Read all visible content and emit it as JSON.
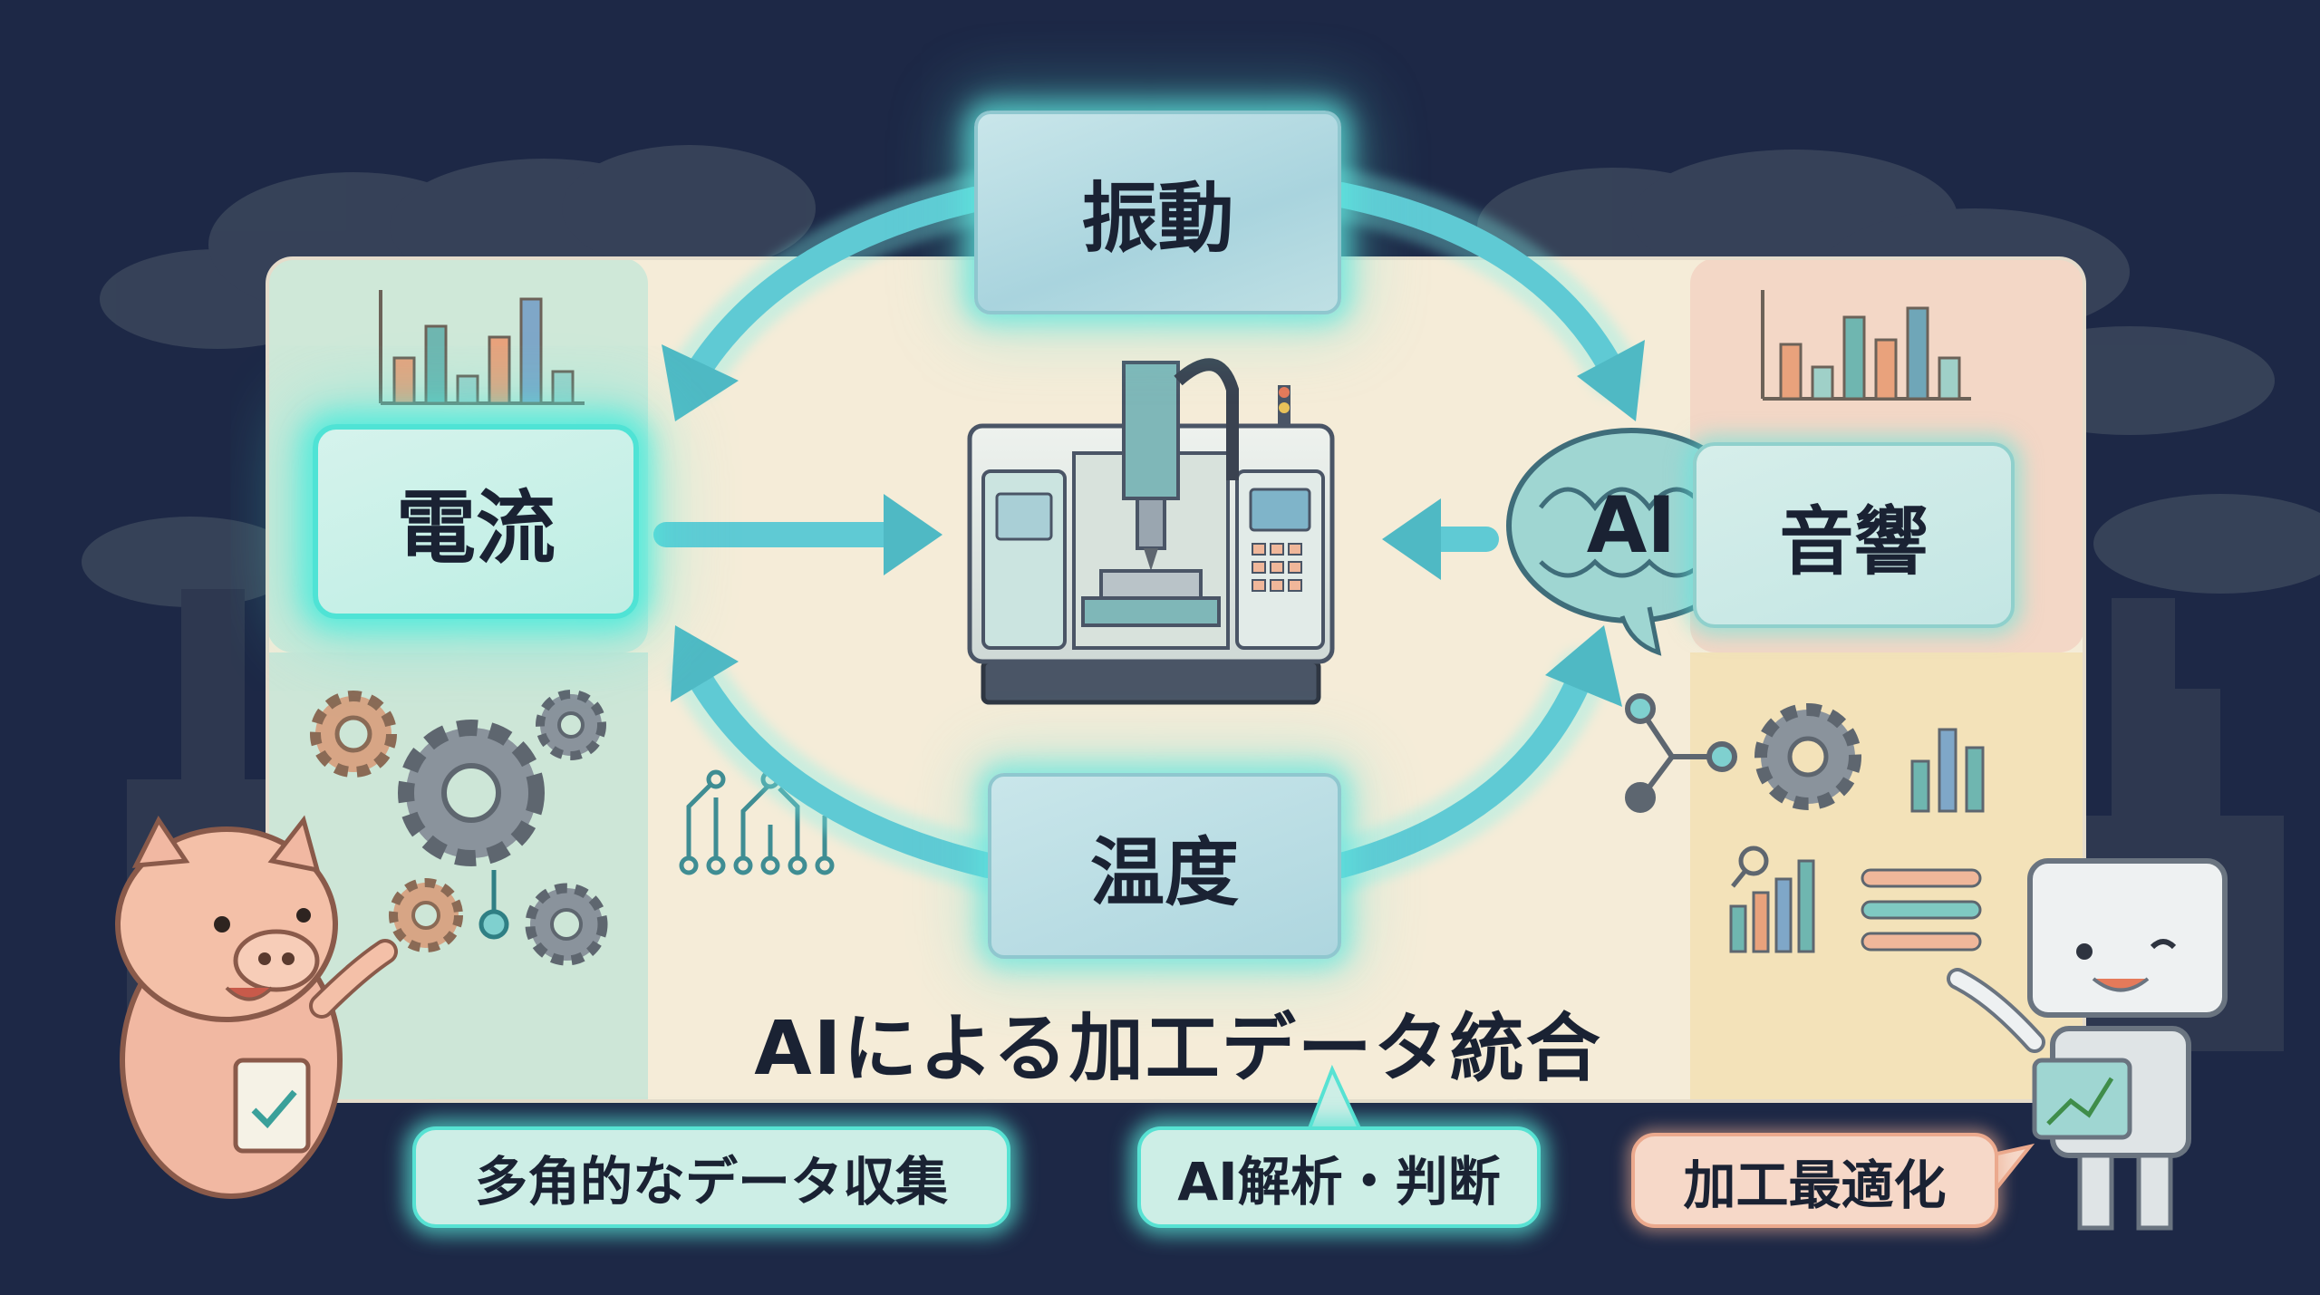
{
  "nodes": {
    "vibration": "振動",
    "current": "電流",
    "sound": "音響",
    "temperature": "温度"
  },
  "ai_label": "AI",
  "caption": "AIによる加工データ統合",
  "labels": {
    "data_collection": "多角的なデータ収集",
    "ai_analysis": "AI解析・判断",
    "optimization": "加工最適化"
  },
  "colors": {
    "background": "#1d2846",
    "panel": "#f5ecd8",
    "glow": "#5ee6de",
    "arrow": "#5fcad4",
    "accent_orange": "#eba98d"
  },
  "icons": [
    "bar-chart-icon",
    "gear-icon",
    "circuit-icon",
    "network-icon",
    "brain-icon",
    "cnc-machine-icon"
  ]
}
